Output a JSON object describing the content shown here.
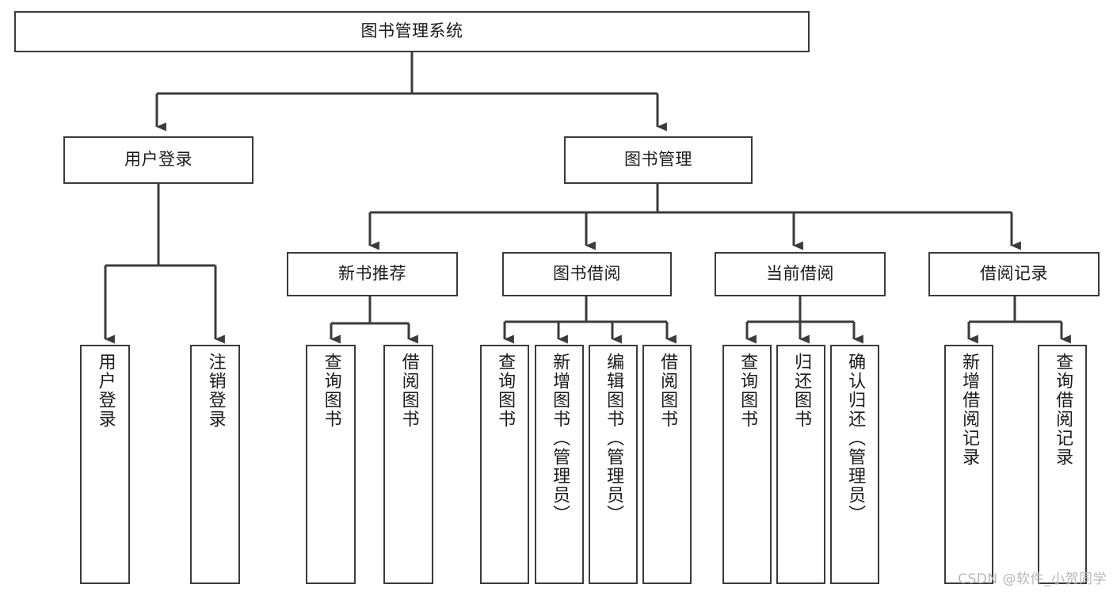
{
  "diagram": {
    "title": "图书管理系统",
    "type": "tree-hierarchy",
    "watermark": "CSDN @软件_小贺同学",
    "colors": {
      "stroke": "#3b3b3b",
      "fill": "#ffffff",
      "text": "#1b1b1b",
      "watermark": "#b8b8b8"
    }
  },
  "nodes": {
    "root": {
      "label": "图书管理系统"
    },
    "level2": [
      {
        "id": "user-login",
        "label": "用户登录"
      },
      {
        "id": "book-manage",
        "label": "图书管理"
      }
    ],
    "level3": [
      {
        "id": "new-book-recommend",
        "label": "新书推荐"
      },
      {
        "id": "book-borrow",
        "label": "图书借阅"
      },
      {
        "id": "current-borrow",
        "label": "当前借阅"
      },
      {
        "id": "borrow-record",
        "label": "借阅记录"
      }
    ],
    "leaves": {
      "user_login": [
        {
          "id": "leaf-user-login",
          "label": "用户登录"
        },
        {
          "id": "leaf-logout-login",
          "label": "注销登录"
        }
      ],
      "new_book_recommend": [
        {
          "id": "leaf-query-book-1",
          "label": "查询图书"
        },
        {
          "id": "leaf-borrow-book-1",
          "label": "借阅图书"
        }
      ],
      "book_borrow": [
        {
          "id": "leaf-query-book-2",
          "label": "查询图书"
        },
        {
          "id": "leaf-add-book",
          "label": "新增图书（管理员）"
        },
        {
          "id": "leaf-edit-book",
          "label": "编辑图书（管理员）"
        },
        {
          "id": "leaf-borrow-book-2",
          "label": "借阅图书"
        }
      ],
      "current_borrow": [
        {
          "id": "leaf-query-book-3",
          "label": "查询图书"
        },
        {
          "id": "leaf-return-book",
          "label": "归还图书"
        },
        {
          "id": "leaf-confirm-return",
          "label": "确认归还（管理员）"
        }
      ],
      "borrow_record": [
        {
          "id": "leaf-add-record",
          "label": "新增借阅记录"
        },
        {
          "id": "leaf-query-record",
          "label": "查询借阅记录"
        }
      ]
    }
  }
}
